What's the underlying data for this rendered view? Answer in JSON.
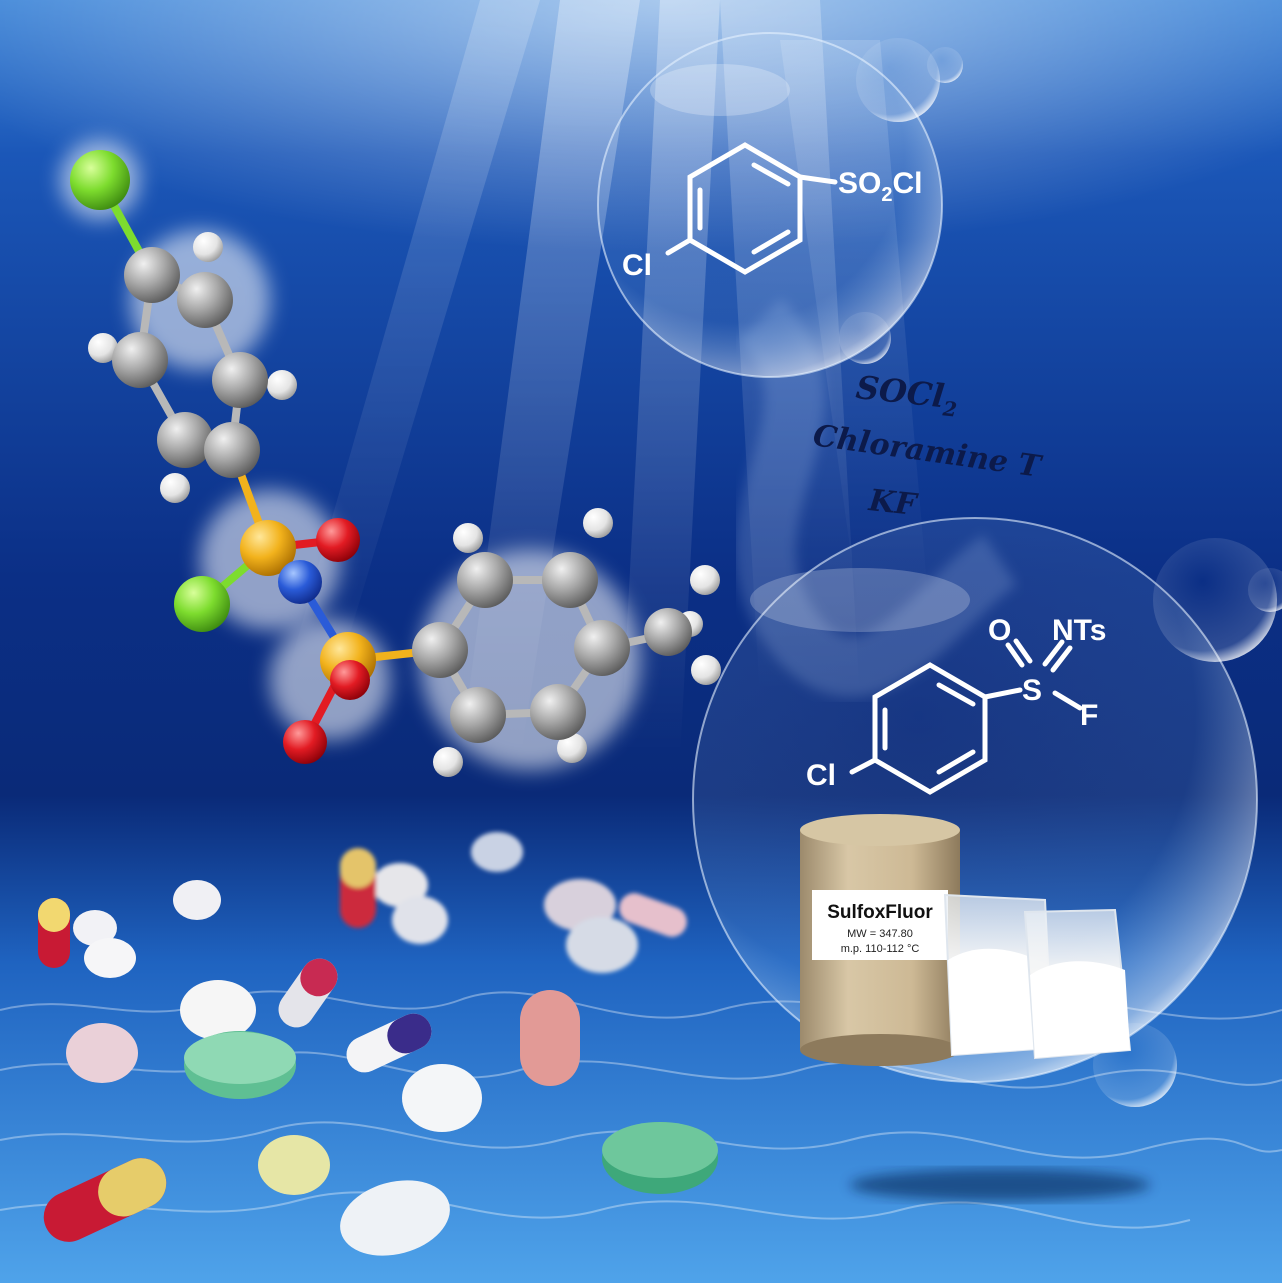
{
  "bubble_top": {
    "substituent_right": "SO",
    "substituent_right_sub": "2",
    "substituent_right_tail": "Cl",
    "substituent_left": "Cl"
  },
  "reagents": {
    "line1": "SOCl",
    "line1_sub": "2",
    "line2": "Chloramine T",
    "line3": "KF"
  },
  "bubble_bottom": {
    "atom_o": "O",
    "atom_n": "NTs",
    "atom_s": "S",
    "atom_f": "F",
    "substituent_left": "Cl"
  },
  "container_label": {
    "name": "SulfoxFluor",
    "mw": "MW = 347.80",
    "mp": "m.p. 110-112 °C"
  },
  "colors": {
    "deep_blue": "#0a2a78",
    "surface_blue": "#5aa6e8",
    "chlorine": "#7ddc2e",
    "sulfur": "#f2b21c",
    "oxygen": "#e21b23",
    "nitrogen": "#2a5bd8",
    "carbon": "#9c9c9c",
    "hydrogen": "#f2f2f2"
  }
}
